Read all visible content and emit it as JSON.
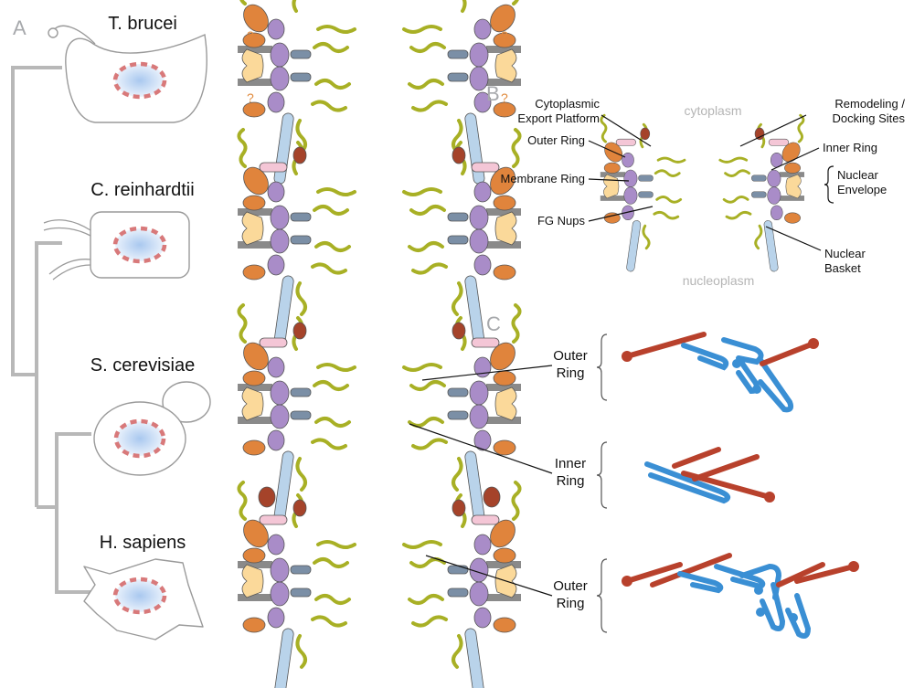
{
  "panels": {
    "a": "A",
    "b": "B",
    "c": "C"
  },
  "species": [
    "T. brucei",
    "C. reinhardtii",
    "S. cerevisiae",
    "H. sapiens"
  ],
  "unknown_mark": "?",
  "panel_b": {
    "cytoplasm": "cytoplasm",
    "nucleoplasm": "nucleoplasm",
    "cyto_export_1": "Cytoplasmic",
    "cyto_export_2": "Export Platform",
    "outer_ring": "Outer Ring",
    "membrane_ring": "Membrane Ring",
    "fg_nups": "FG Nups",
    "remodeling_1": "Remodeling /",
    "remodeling_2": "Docking Sites",
    "inner_ring": "Inner Ring",
    "nuclear_envelope_1": "Nuclear",
    "nuclear_envelope_2": "Envelope",
    "nuclear_basket_1": "Nuclear",
    "nuclear_basket_2": "Basket"
  },
  "panel_c": {
    "row1_a": "Outer",
    "row1_b": "Ring",
    "row2_a": "Inner",
    "row2_b": "Ring",
    "row3_a": "Outer",
    "row3_b": "Ring"
  },
  "colors": {
    "outer_ring": "#e0843c",
    "membrane_ring": "#fbd99a",
    "inner_ring": "#a98cc8",
    "linker": "#7b8fa6",
    "fg_nups": "#a8b025",
    "export_platform": "#f4c6d6",
    "remodeling": "#a5432a",
    "basket": "#b9d3ea",
    "envelope": "#808080",
    "tree": "#b8b8b8",
    "nucleus_ring": "#d8797a",
    "nucleus_fill": "#bcd6f2",
    "struct_blue": "#3a8fd4",
    "struct_red": "#b8412c"
  }
}
